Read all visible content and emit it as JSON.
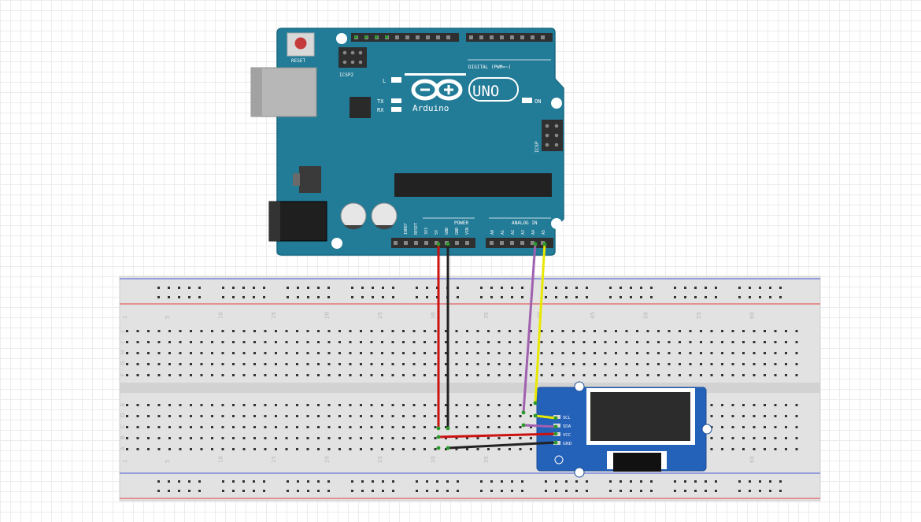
{
  "arduino": {
    "reset_label": "RESET",
    "icsp2_label": "ICSP2",
    "icsp_label": "ICSP",
    "l_label": "L",
    "tx_label": "TX",
    "rx_label": "RX",
    "brand_label": "Arduino",
    "model_label": "UNO",
    "on_label": "ON",
    "digital_label": "DIGITAL (PWM=~)",
    "power_label": "POWER",
    "analog_label": "ANALOG IN",
    "power_pins": [
      "IOREF",
      "RESET",
      "3V3",
      "5V",
      "GND",
      "GND",
      "VIN"
    ],
    "analog_pins": [
      "A0",
      "A1",
      "A2",
      "A3",
      "A4",
      "A5"
    ]
  },
  "breadboard": {
    "column_numbers": [
      "1",
      "5",
      "10",
      "15",
      "20",
      "25",
      "30",
      "35",
      "40",
      "45",
      "50",
      "55",
      "60"
    ],
    "top_rows": [
      "J",
      "I",
      "H",
      "G",
      "F"
    ],
    "bottom_rows": [
      "E",
      "D",
      "C",
      "B",
      "A"
    ]
  },
  "oled": {
    "pins": [
      "SCL",
      "SDA",
      "VCC",
      "GND"
    ]
  },
  "colors": {
    "board": "#227b97",
    "wire_5v": "#cc1111",
    "wire_gnd": "#222222",
    "wire_a4": "#a060b0",
    "wire_a5": "#e8e800",
    "oled_pcb": "#2461b8"
  }
}
